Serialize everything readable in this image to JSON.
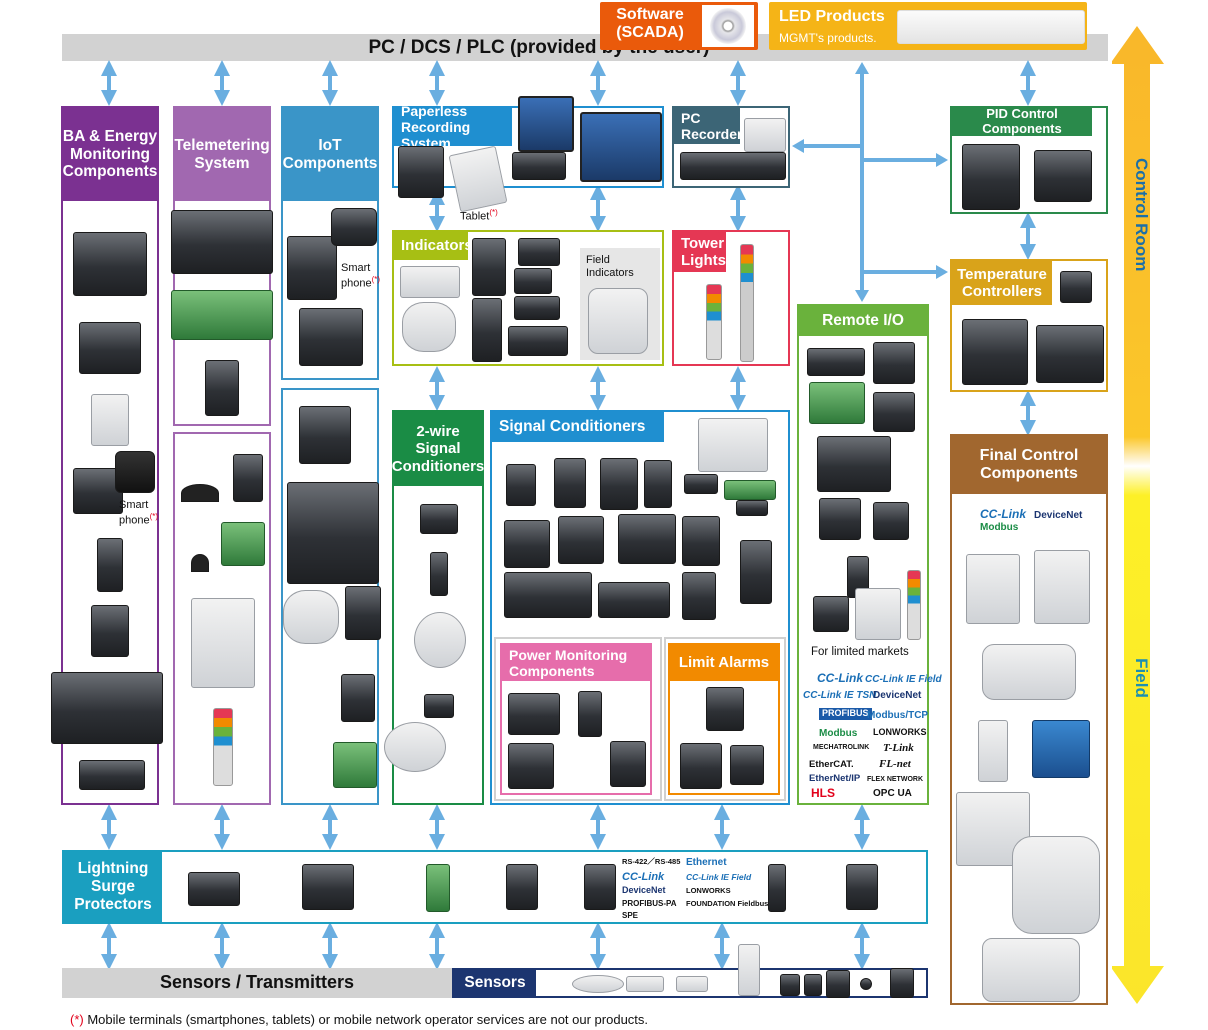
{
  "top": {
    "pc_bar": "PC / DCS / PLC (provided by the user)",
    "software_line1": "Software",
    "software_line2": "(SCADA)",
    "led_title": "LED Products",
    "led_subtitle": "MGMT's products."
  },
  "side": {
    "control_room": "Control Room",
    "field": "Field"
  },
  "panels": {
    "ba_energy": {
      "line1": "BA & Energy",
      "line2": "Monitoring",
      "line3": "Components",
      "smart_phone_1": "Smart",
      "smart_phone_2": "phone",
      "asterisk": "(*)"
    },
    "telemetering": {
      "line1": "Telemetering",
      "line2": "System"
    },
    "iot": {
      "line1": "IoT",
      "line2": "Components",
      "smart_phone_1": "Smart",
      "smart_phone_2": "phone",
      "asterisk": "(*)"
    },
    "paperless": {
      "line1": "Paperless",
      "line2": "Recording System",
      "tablet": "Tablet",
      "asterisk": "(*)"
    },
    "pc_recorder": {
      "line1": "PC",
      "line2": "Recorder"
    },
    "indicators": {
      "title": "Indicators",
      "field_1": "Field",
      "field_2": "Indicators"
    },
    "tower_lights": {
      "line1": "Tower",
      "line2": "Lights"
    },
    "two_wire": {
      "line1": "2-wire",
      "line2": "Signal",
      "line3": "Conditioners"
    },
    "signal_conditioners": {
      "title": "Signal Conditioners"
    },
    "power_monitoring": {
      "line1": "Power Monitoring",
      "line2": "Components"
    },
    "limit_alarms": {
      "title": "Limit Alarms"
    },
    "remote_io": {
      "title": "Remote I/O",
      "limited": "For limited markets"
    },
    "pid": {
      "title": "PID Control Components"
    },
    "temperature": {
      "line1": "Temperature",
      "line2": "Controllers"
    },
    "final_control": {
      "line1": "Final Control",
      "line2": "Components"
    },
    "lightning": {
      "line1": "Lightning",
      "line2": "Surge",
      "line3": "Protectors"
    }
  },
  "remote_io_logos": [
    "CC-Link",
    "CC-Link IE Field",
    "CC-Link IE TSN",
    "DeviceNet",
    "PROFIBUS",
    "Modbus/TCP",
    "Modbus",
    "LONWORKS",
    "MECHATROLINK",
    "T-Link",
    "EtherCAT.",
    "FL-net",
    "EtherNet/IP",
    "FLEX NETWORK",
    "HLS",
    "OPC UA"
  ],
  "final_control_logos": [
    "CC-Link",
    "DeviceNet",
    "Modbus"
  ],
  "surge_protocols": {
    "rs": "RS-422／RS-485",
    "ethernet": "Ethernet",
    "cclink": "CC-Link",
    "cclink_ie": "CC-Link IE Field",
    "devicenet": "DeviceNet",
    "lonworks": "LONWORKS",
    "profibus": "PROFIBUS-PA",
    "foundation": "FOUNDATION Fieldbus",
    "spe": "SPE"
  },
  "bottom": {
    "sensors_bar": "Sensors / Transmitters",
    "sensors_label": "Sensors",
    "note_asterisk": "(*)",
    "note_text": " Mobile terminals (smartphones, tablets) or mobile network operator services are not our products."
  },
  "colors": {
    "ba": "#7b3191",
    "tele": "#a168b0",
    "iot": "#3a95c8",
    "paperless": "#1f8fd0",
    "pc_recorder": "#3c6576",
    "indicators": "#a7bf14",
    "tower": "#e53754",
    "two_wire": "#1a8c45",
    "signal": "#1f8fd0",
    "power": "#e66dab",
    "limit": "#f28a00",
    "remote": "#6ab23c",
    "pid": "#2a8a4b",
    "temperature": "#d9a31a",
    "final": "#a1672f",
    "lightning": "#1a9fc0",
    "arrow": "#6aaee0",
    "software": "#ea5a0b",
    "led": "#f5b417",
    "sensors": "#1c3570"
  }
}
